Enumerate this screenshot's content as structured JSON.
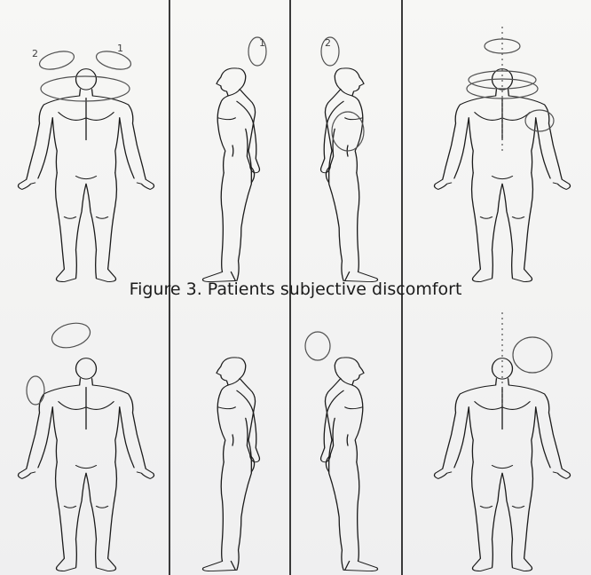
{
  "figure": {
    "caption": "Figure 3. Patients subjective discomfort",
    "rows": [
      {
        "name": "top",
        "views": [
          "front",
          "right-side",
          "left-side",
          "back"
        ]
      },
      {
        "name": "bottom",
        "views": [
          "front",
          "right-side",
          "left-side",
          "back"
        ]
      }
    ],
    "annotations": {
      "top_front_marks": [
        "2",
        "1"
      ],
      "top_side_mark": "1",
      "top_side_mark_2": "2"
    },
    "colors": {
      "paper": "#f4f4f2",
      "ink": "#1c1c1c",
      "pen": "#505050"
    }
  }
}
